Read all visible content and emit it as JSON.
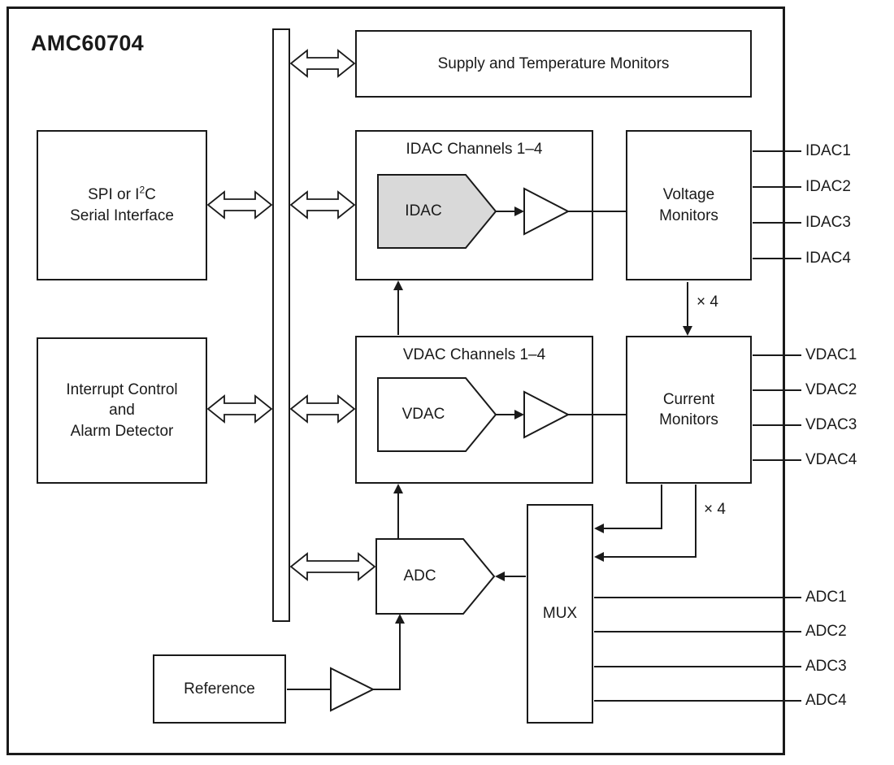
{
  "title": "AMC60704",
  "colors": {
    "outline": "#1a1a1a",
    "idac_pentagon_fill": "#d9d9d9",
    "background": "#ffffff"
  },
  "blocks": {
    "supply_temp_monitors": "Supply and Temperature Monitors",
    "spi": {
      "line1_pre": "SPI or I",
      "sup": "2",
      "line1_post": "C",
      "line2": "Serial Interface"
    },
    "interrupt": "Interrupt Control\nand\nAlarm Detector",
    "idac_channels_title": "IDAC Channels 1–4",
    "idac_dac": "IDAC",
    "vdac_channels_title": "VDAC Channels 1–4",
    "vdac_dac": "VDAC",
    "voltage_monitors": "Voltage\nMonitors",
    "current_monitors": "Current\nMonitors",
    "adc": "ADC",
    "mux": "MUX",
    "reference": "Reference"
  },
  "annotations": {
    "voltage_to_current_multiplier": "× 4",
    "current_to_mux_multiplier": "× 4"
  },
  "pins": {
    "idac": [
      "IDAC1",
      "IDAC2",
      "IDAC3",
      "IDAC4"
    ],
    "vdac": [
      "VDAC1",
      "VDAC2",
      "VDAC3",
      "VDAC4"
    ],
    "adc": [
      "ADC1",
      "ADC2",
      "ADC3",
      "ADC4"
    ]
  }
}
